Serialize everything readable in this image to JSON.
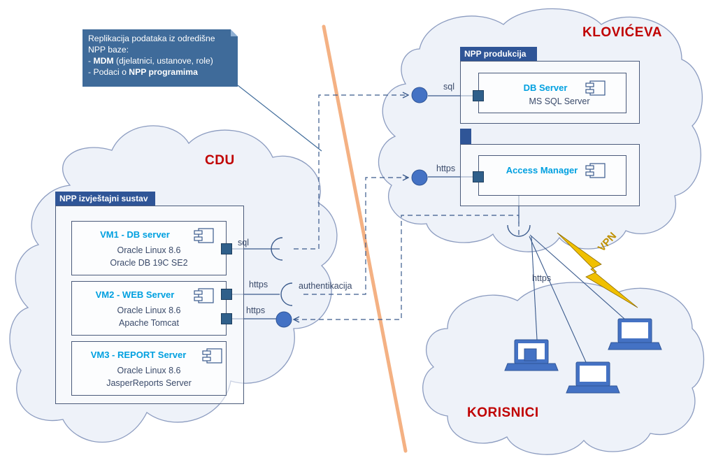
{
  "colors": {
    "cloud_fill": "#eef2f9",
    "cloud_stroke": "#8c9cc0",
    "accent_blue": "#2f5597",
    "title_red": "#c00000",
    "component_title": "#00a0e0",
    "divider": "#f4b183",
    "vpn_bolt": "#f0c000"
  },
  "clouds": {
    "cdu": "CDU",
    "kloviceva": "KLOVIĆEVA",
    "korisnici": "KORISNICI"
  },
  "note": {
    "line1": "Replikacija podataka iz odredišne",
    "line2": "NPP baze:",
    "item1_prefix": "- ",
    "item1_bold": "MDM",
    "item1_rest": " (djelatnici, ustanove, role)",
    "item2_prefix": "- Podaci o ",
    "item2_bold": "NPP programima"
  },
  "cdu_package": {
    "title": "NPP izvještajni sustav",
    "vm1": {
      "title": "VM1 - DB server",
      "line1": "Oracle Linux 8.6",
      "line2": "Oracle DB 19C SE2"
    },
    "vm2": {
      "title": "VM2 - WEB Server",
      "line1": "Oracle Linux 8.6",
      "line2": "Apache Tomcat"
    },
    "vm3": {
      "title": "VM3 - REPORT Server",
      "line1": "Oracle Linux 8.6",
      "line2": "JasperReports Server"
    }
  },
  "kloviceva_package": {
    "title": "NPP produkcija",
    "db": {
      "title": "DB Server",
      "line1": "MS SQL Server"
    },
    "am": {
      "title": "Access Manager"
    }
  },
  "labels": {
    "sql_right": "sql",
    "https_right": "https",
    "sql_left": "sql",
    "https_left1": "https",
    "https_left2": "https",
    "authentikacija": "authentikacija",
    "https_users": "https",
    "vpn": "VPN"
  }
}
